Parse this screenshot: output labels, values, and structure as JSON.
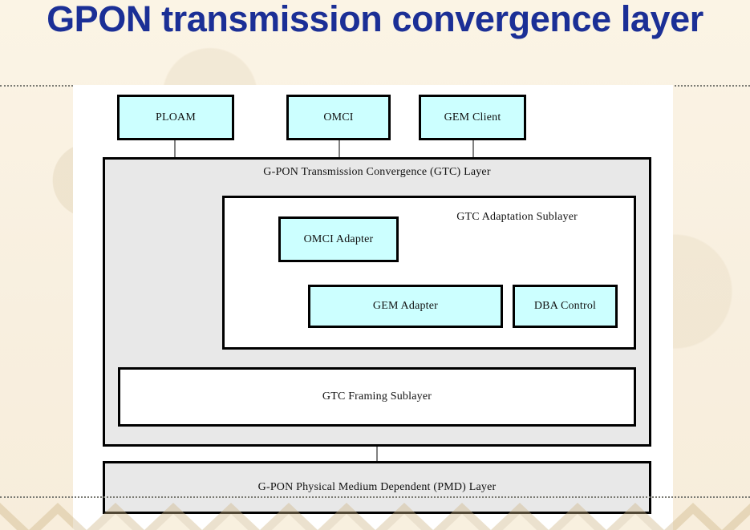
{
  "slide": {
    "title": "GPON transmission convergence layer",
    "title_color": "#1b2f96",
    "background_color": "#faf2e2",
    "panel_color": "#ffffff"
  },
  "diagram": {
    "colors": {
      "client_box_fill": "#ccffff",
      "layer_box_fill": "#e8e8e8",
      "sublayer_box_fill": "#ffffff",
      "border": "#000000",
      "connector": "#808080"
    },
    "clients": [
      {
        "id": "ploam",
        "label": "PLOAM"
      },
      {
        "id": "omci",
        "label": "OMCI"
      },
      {
        "id": "gem-client",
        "label": "GEM Client"
      }
    ],
    "gtc_layer": {
      "label": "G-PON Transmission Convergence (GTC) Layer",
      "adaptation_sublayer": {
        "label": "GTC Adaptation Sublayer",
        "blocks": [
          {
            "id": "omci-adapter",
            "label": "OMCI Adapter"
          },
          {
            "id": "gem-adapter",
            "label": "GEM Adapter"
          },
          {
            "id": "dba-control",
            "label": "DBA Control"
          }
        ]
      },
      "framing_sublayer": {
        "label": "GTC Framing Sublayer"
      }
    },
    "pmd_layer": {
      "label": "G-PON Physical Medium Dependent (PMD) Layer"
    }
  }
}
